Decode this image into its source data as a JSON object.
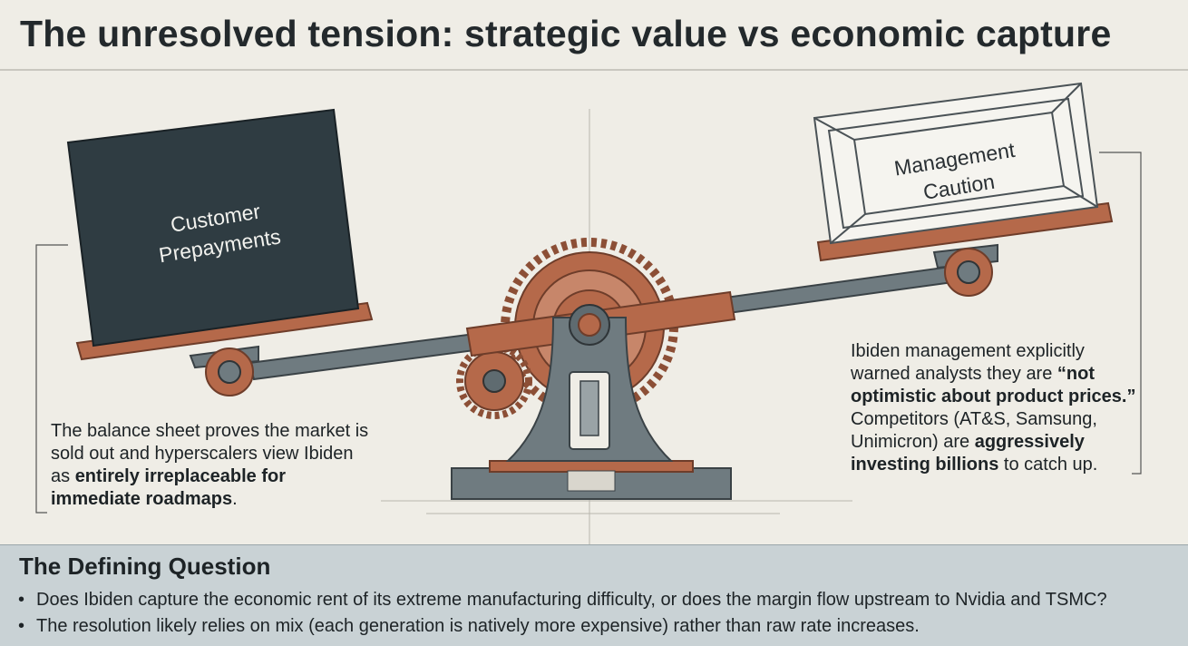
{
  "title": "The unresolved tension: strategic value vs economic capture",
  "left_box": {
    "line1": "Customer",
    "line2": "Prepayments"
  },
  "right_box": {
    "line1": "Management",
    "line2": "Caution"
  },
  "left_note": {
    "text_plain": "The balance sheet proves the market is sold out and hyperscalers view Ibiden as ",
    "text_bold": "entirely irreplaceable for immediate roadmaps",
    "text_end": "."
  },
  "right_note": {
    "part1": "Ibiden management explicitly warned analysts they are ",
    "bold1": "“not optimistic about product prices.”",
    "part2": " Competitors (AT&S, Samsung, Unimicron) are ",
    "bold2": "aggressively investing billions",
    "part3": " to catch up."
  },
  "question": {
    "title": "The Defining Question",
    "bullets": [
      "Does Ibiden capture the economic rent of its extreme manufacturing difficulty, or does the margin flow upstream to Nvidia and TSMC?",
      "The resolution likely relies on mix (each generation is natively more expensive) rather than raw rate increases."
    ]
  },
  "colors": {
    "copper": "#b5694a",
    "steel": "#5f6b70",
    "dark_box": "#2f3c42",
    "panel": "#c9d2d5"
  }
}
